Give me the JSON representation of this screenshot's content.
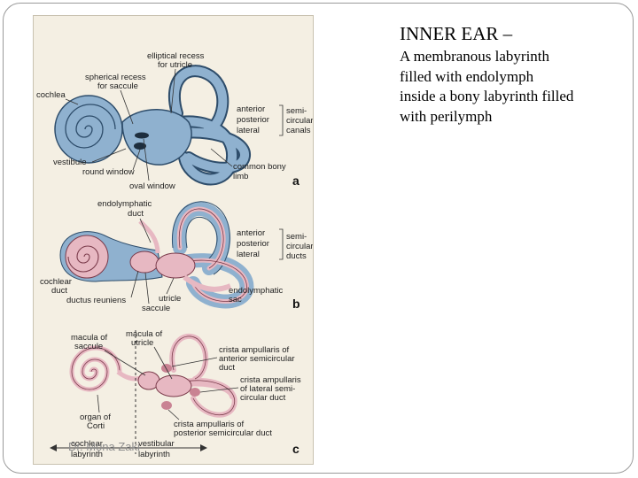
{
  "slide": {
    "title": "INNER EAR –",
    "body_lines": [
      "A membranous labyrinth",
      "filled with endolymph",
      "inside a bony labyrinth filled",
      "with perilymph"
    ],
    "footer": "Dr. Mona Zaki"
  },
  "figure": {
    "panel_a": {
      "letter": "a",
      "labels": {
        "elliptical_recess": [
          "elliptical recess",
          "for utricle"
        ],
        "spherical_recess": [
          "spherical recess",
          "for saccule"
        ],
        "cochlea": "cochlea",
        "anterior": "anterior",
        "posterior": "posterior",
        "lateral": "lateral",
        "semicircular_canals": [
          "semi-",
          "circular",
          "canals"
        ],
        "vestibule": "vestibule",
        "round_window": "round window",
        "oval_window": "oval window",
        "common_bony_limb": [
          "common bony",
          "limb"
        ]
      }
    },
    "panel_b": {
      "letter": "b",
      "labels": {
        "endolymphatic_duct": [
          "endolymphatic",
          "duct"
        ],
        "anterior": "anterior",
        "posterior": "posterior",
        "lateral": "lateral",
        "semicircular_ducts": [
          "semi-",
          "circular",
          "ducts"
        ],
        "cochlear_duct": [
          "cochlear",
          "duct"
        ],
        "ductus_reuniens": "ductus reuniens",
        "utricle": "utricle",
        "saccule": "saccule",
        "endolymphatic_sac": [
          "endolymphatic",
          "sac"
        ]
      }
    },
    "panel_c": {
      "letter": "c",
      "labels": {
        "macula_of_saccule": [
          "macula of",
          "saccule"
        ],
        "macula_of_utricle": [
          "macula of",
          "utricle"
        ],
        "crista_anterior": [
          "crista ampullaris of",
          "anterior semicircular",
          "duct"
        ],
        "crista_lateral": [
          "crista ampullaris",
          "of lateral semi-",
          "circular duct"
        ],
        "organ_of_corti": [
          "organ of",
          "Corti"
        ],
        "crista_posterior": [
          "crista ampullaris of",
          "posterior semicircular duct"
        ],
        "cochlear_labyrinth": [
          "cochlear",
          "labyrinth"
        ],
        "vestibular_labyrinth": [
          "vestibular",
          "labyrinth"
        ]
      }
    },
    "colors": {
      "bony_blue": "#8fb1cf",
      "bony_outline": "#2e4d6b",
      "membranous_pink": "#e7b8c2",
      "membranous_outline": "#7a3a4a",
      "panel_bg": "#f4efe3"
    }
  }
}
